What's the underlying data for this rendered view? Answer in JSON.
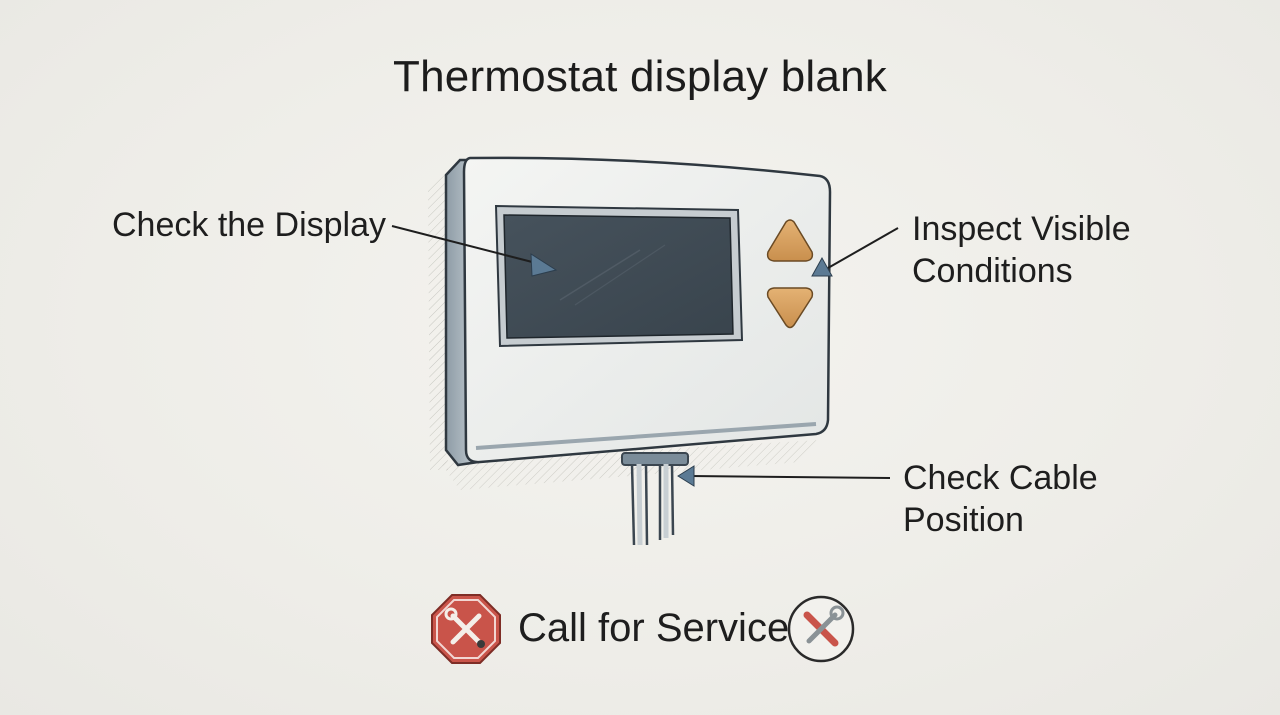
{
  "title": "Thermostat display blank",
  "labels": {
    "display": "Check the Display",
    "conditions": "Inspect Visible\nConditions",
    "cable": "Check Cable\nPosition"
  },
  "footer": {
    "service": "Call for Service"
  },
  "icons": {
    "stop": "stop-sign-tools-icon",
    "tools": "wrench-screwdriver-icon"
  },
  "colors": {
    "screen": "#3f4b55",
    "buttons": "#d9a25e",
    "arrow": "#5b7a94",
    "stop": "#c9544a"
  }
}
